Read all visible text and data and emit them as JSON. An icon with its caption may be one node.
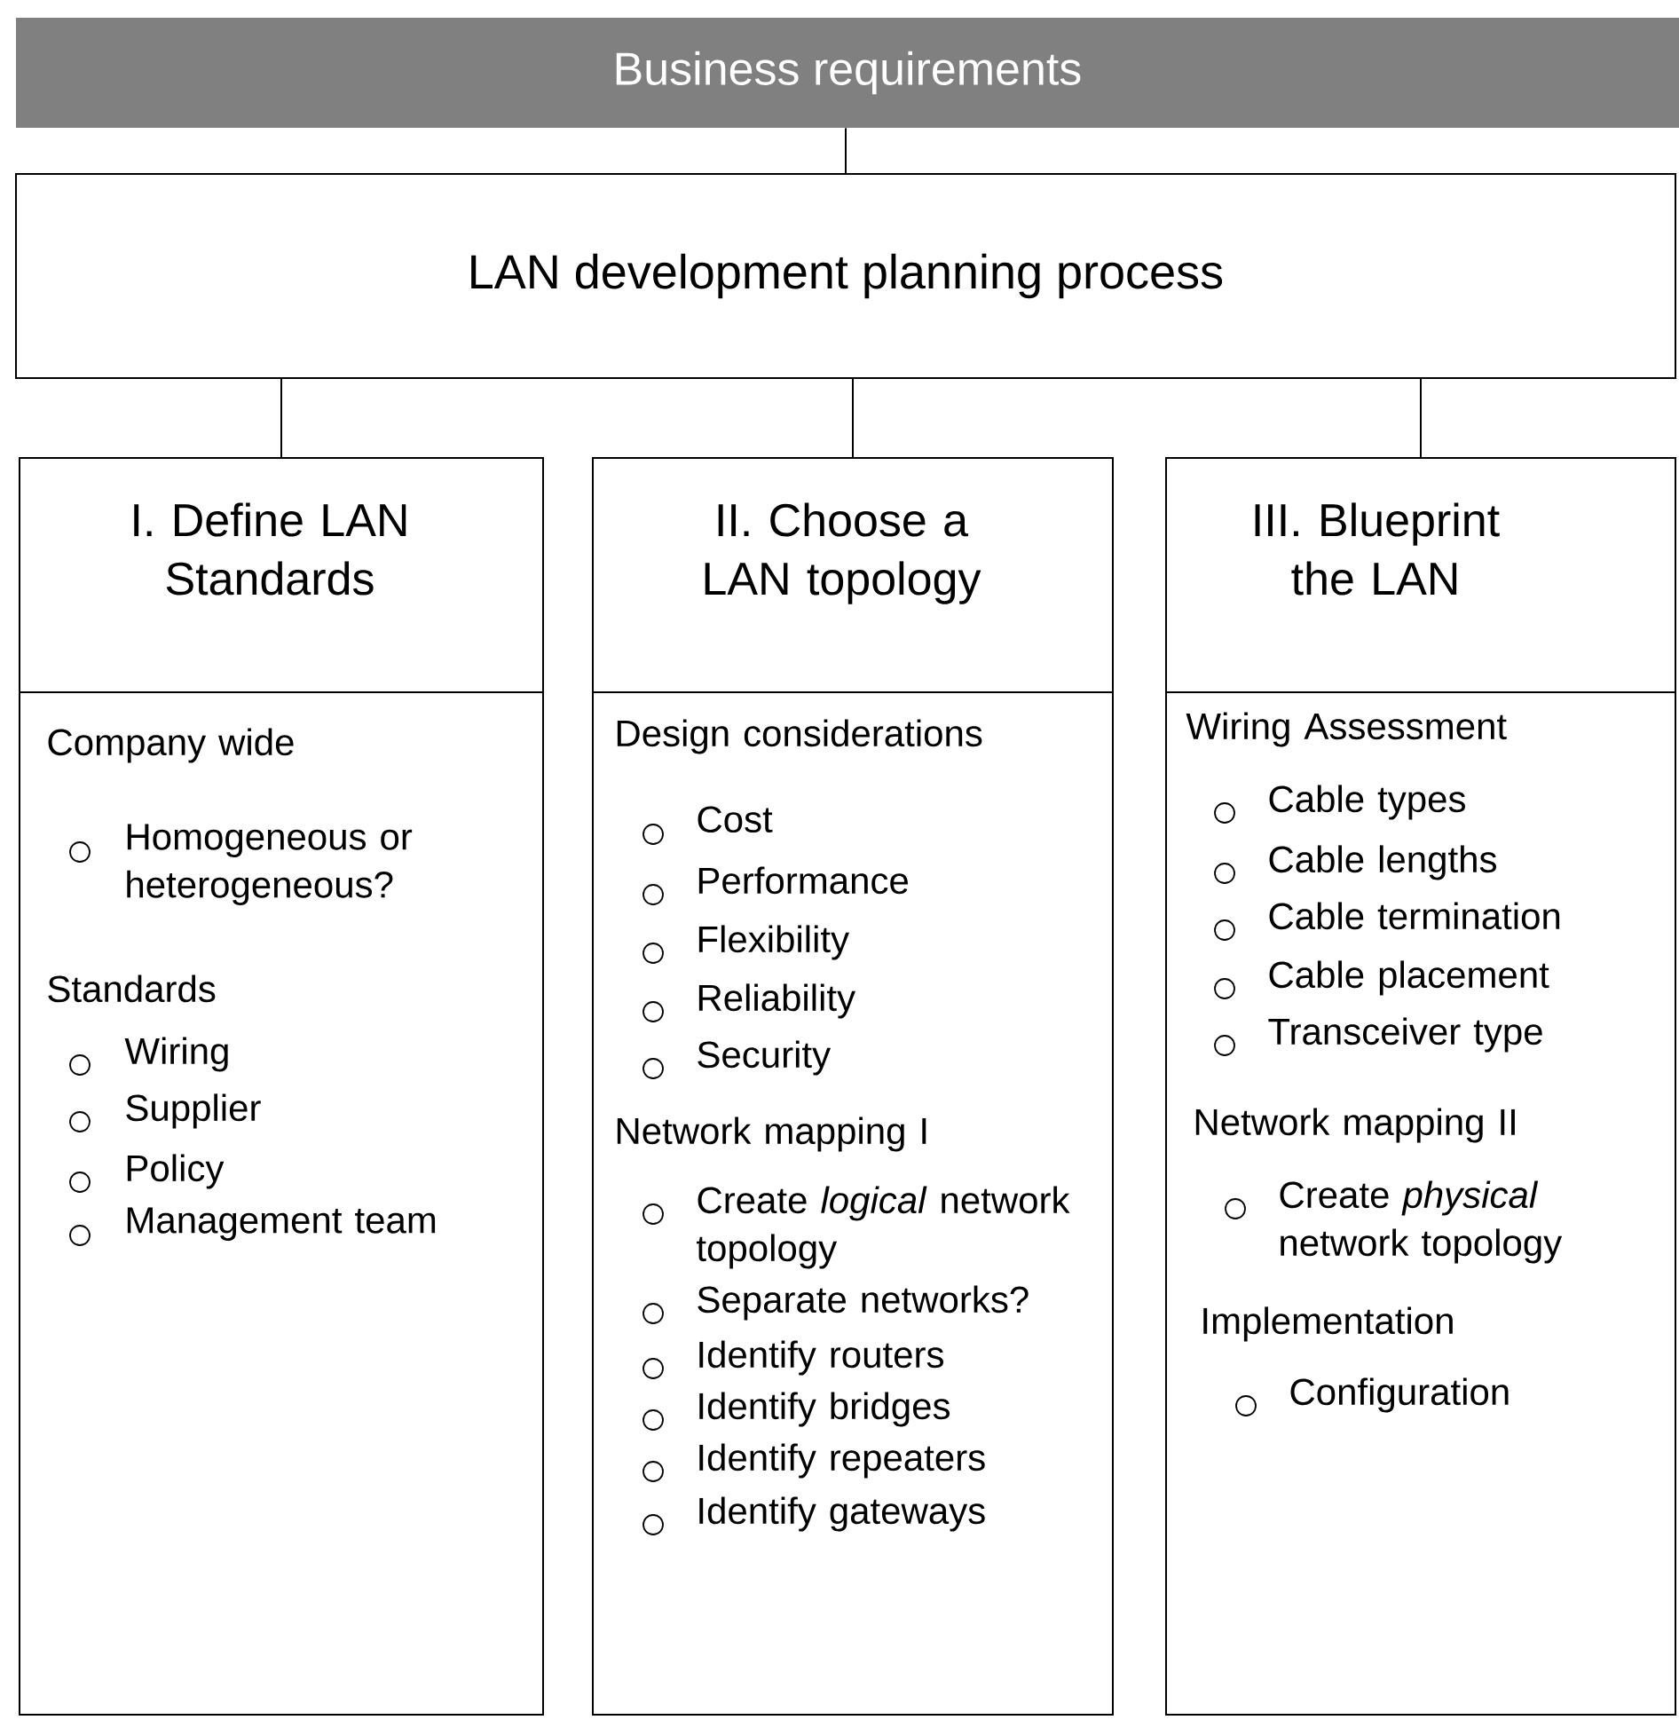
{
  "diagram": {
    "nodes": [
      {
        "text": [
          "Business requirements"
        ]
      },
      {
        "text": [
          "LAN development planning process"
        ]
      },
      {
        "text": [
          "I. Define LAN Standards",
          "Company wide",
          "Homogeneous or heterogeneous?",
          "Standards",
          "Wiring",
          "Supplier",
          "Policy",
          "Management team"
        ]
      },
      {
        "text": [
          "II. Choose a LAN topology",
          "Design considerations",
          "Cost",
          "Performance",
          "Flexibility",
          "Reliability",
          "Security",
          "Network mapping I",
          "Create *logical* network topology",
          "Separate networks?",
          "Identify routers",
          "Identify bridges",
          "Identify repeaters",
          "Identify gateways"
        ]
      },
      {
        "text": [
          "III. Blueprint the LAN",
          "Wiring Assessment",
          "Cable types",
          "Cable lengths",
          "Cable termination",
          "Cable placement",
          "Transceiver type",
          "Network mapping II",
          "Create *physical* network topology",
          "Implementation",
          "Configuration"
        ]
      }
    ],
    "edges": [
      {
        "from": 0,
        "to": 1,
        "arrow": "none"
      },
      {
        "from": 1,
        "to": 2,
        "arrow": "none"
      },
      {
        "from": 1,
        "to": 3,
        "arrow": "none"
      },
      {
        "from": 1,
        "to": 4,
        "arrow": "none"
      }
    ]
  }
}
